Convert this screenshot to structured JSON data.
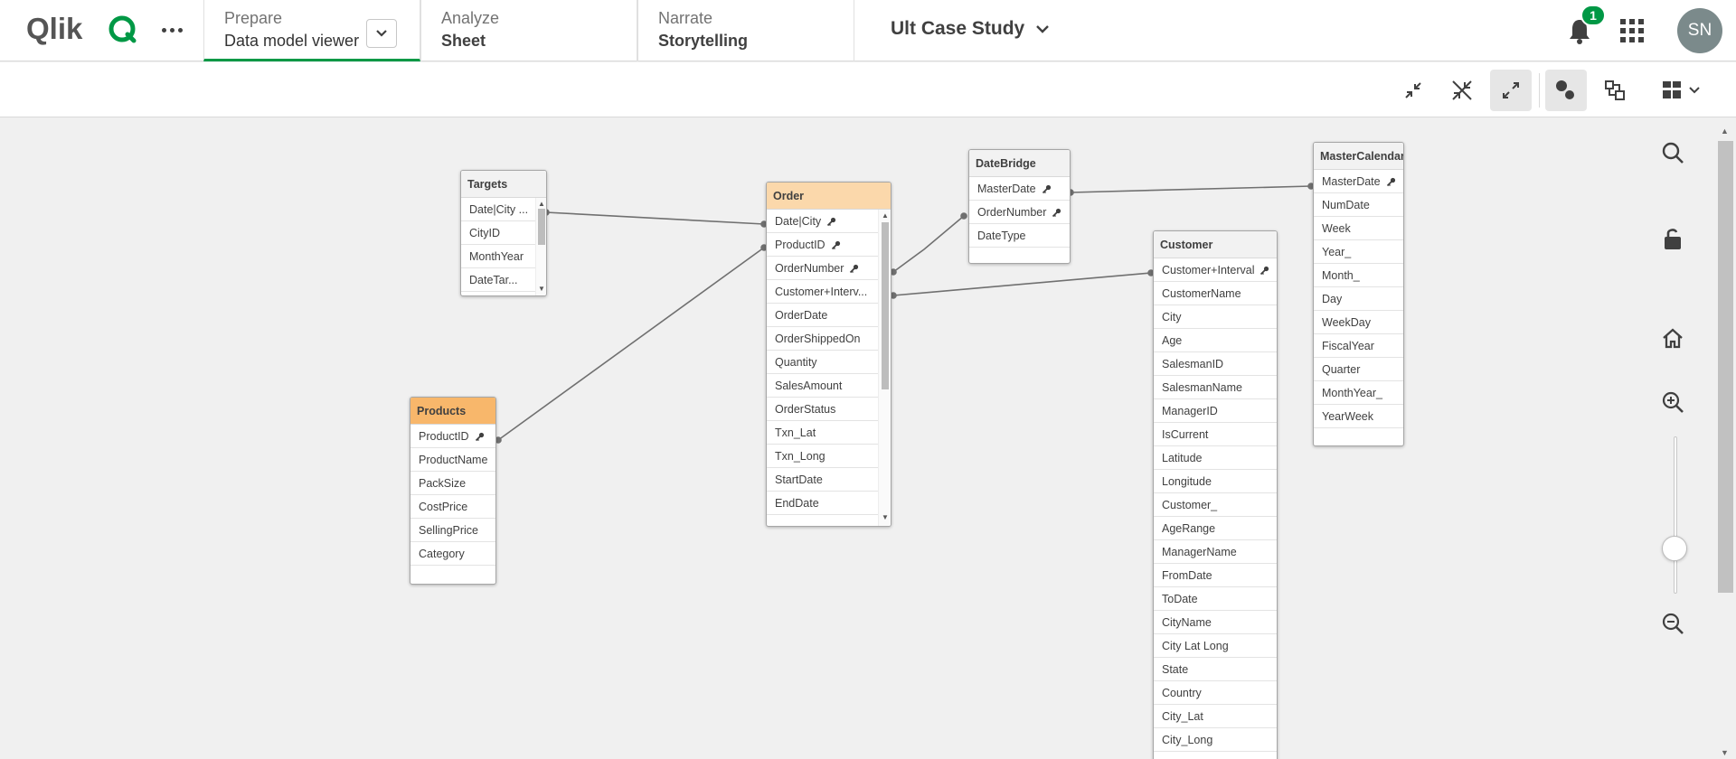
{
  "header": {
    "logo_text": "Qlik",
    "tabs": [
      {
        "t1": "Prepare",
        "t2": "Data model viewer"
      },
      {
        "t1": "Analyze",
        "t2": "Sheet"
      },
      {
        "t1": "Narrate",
        "t2": "Storytelling"
      }
    ],
    "app_title": "Ult Case Study",
    "notification_count": "1",
    "avatar_initials": "SN"
  },
  "toolbar": {
    "icons": [
      "collapse-all-icon",
      "hide-fields-icon",
      "expand-all-icon",
      "internal-view-icon",
      "source-view-icon",
      "layout-icon"
    ]
  },
  "colors": {
    "accent": "#009845",
    "header_orange": "#fbd8ab",
    "header_orange_strong": "#f8b76b"
  },
  "tables": {
    "targets": {
      "name": "Targets",
      "fields": [
        "Date|City ...",
        "CityID",
        "MonthYear",
        "DateTar..."
      ]
    },
    "order": {
      "name": "Order",
      "fields": [
        "Date|City",
        "ProductID",
        "OrderNumber",
        "Customer+Interv...",
        "OrderDate",
        "OrderShippedOn",
        "Quantity",
        "SalesAmount",
        "OrderStatus",
        "Txn_Lat",
        "Txn_Long",
        "StartDate",
        "EndDate"
      ],
      "keys": [
        0,
        1,
        2
      ]
    },
    "datebridge": {
      "name": "DateBridge",
      "fields": [
        "MasterDate",
        "OrderNumber",
        "DateType"
      ],
      "keys": [
        0,
        1
      ]
    },
    "mastercalendar": {
      "name": "MasterCalendar",
      "fields": [
        "MasterDate",
        "NumDate",
        "Week",
        "Year_",
        "Month_",
        "Day",
        "WeekDay",
        "FiscalYear",
        "Quarter",
        "MonthYear_",
        "YearWeek"
      ],
      "keys": [
        0
      ]
    },
    "products": {
      "name": "Products",
      "fields": [
        "ProductID",
        "ProductName",
        "PackSize",
        "CostPrice",
        "SellingPrice",
        "Category"
      ],
      "keys": [
        0
      ]
    },
    "customer": {
      "name": "Customer",
      "fields": [
        "Customer+Interval",
        "CustomerName",
        "City",
        "Age",
        "SalesmanID",
        "SalesmanName",
        "ManagerID",
        "IsCurrent",
        "Latitude",
        "Longitude",
        "Customer_",
        "AgeRange",
        "ManagerName",
        "FromDate",
        "ToDate",
        "CityName",
        "City Lat Long",
        "State",
        "Country",
        "City_Lat",
        "City_Long"
      ],
      "keys": [
        0
      ]
    }
  }
}
